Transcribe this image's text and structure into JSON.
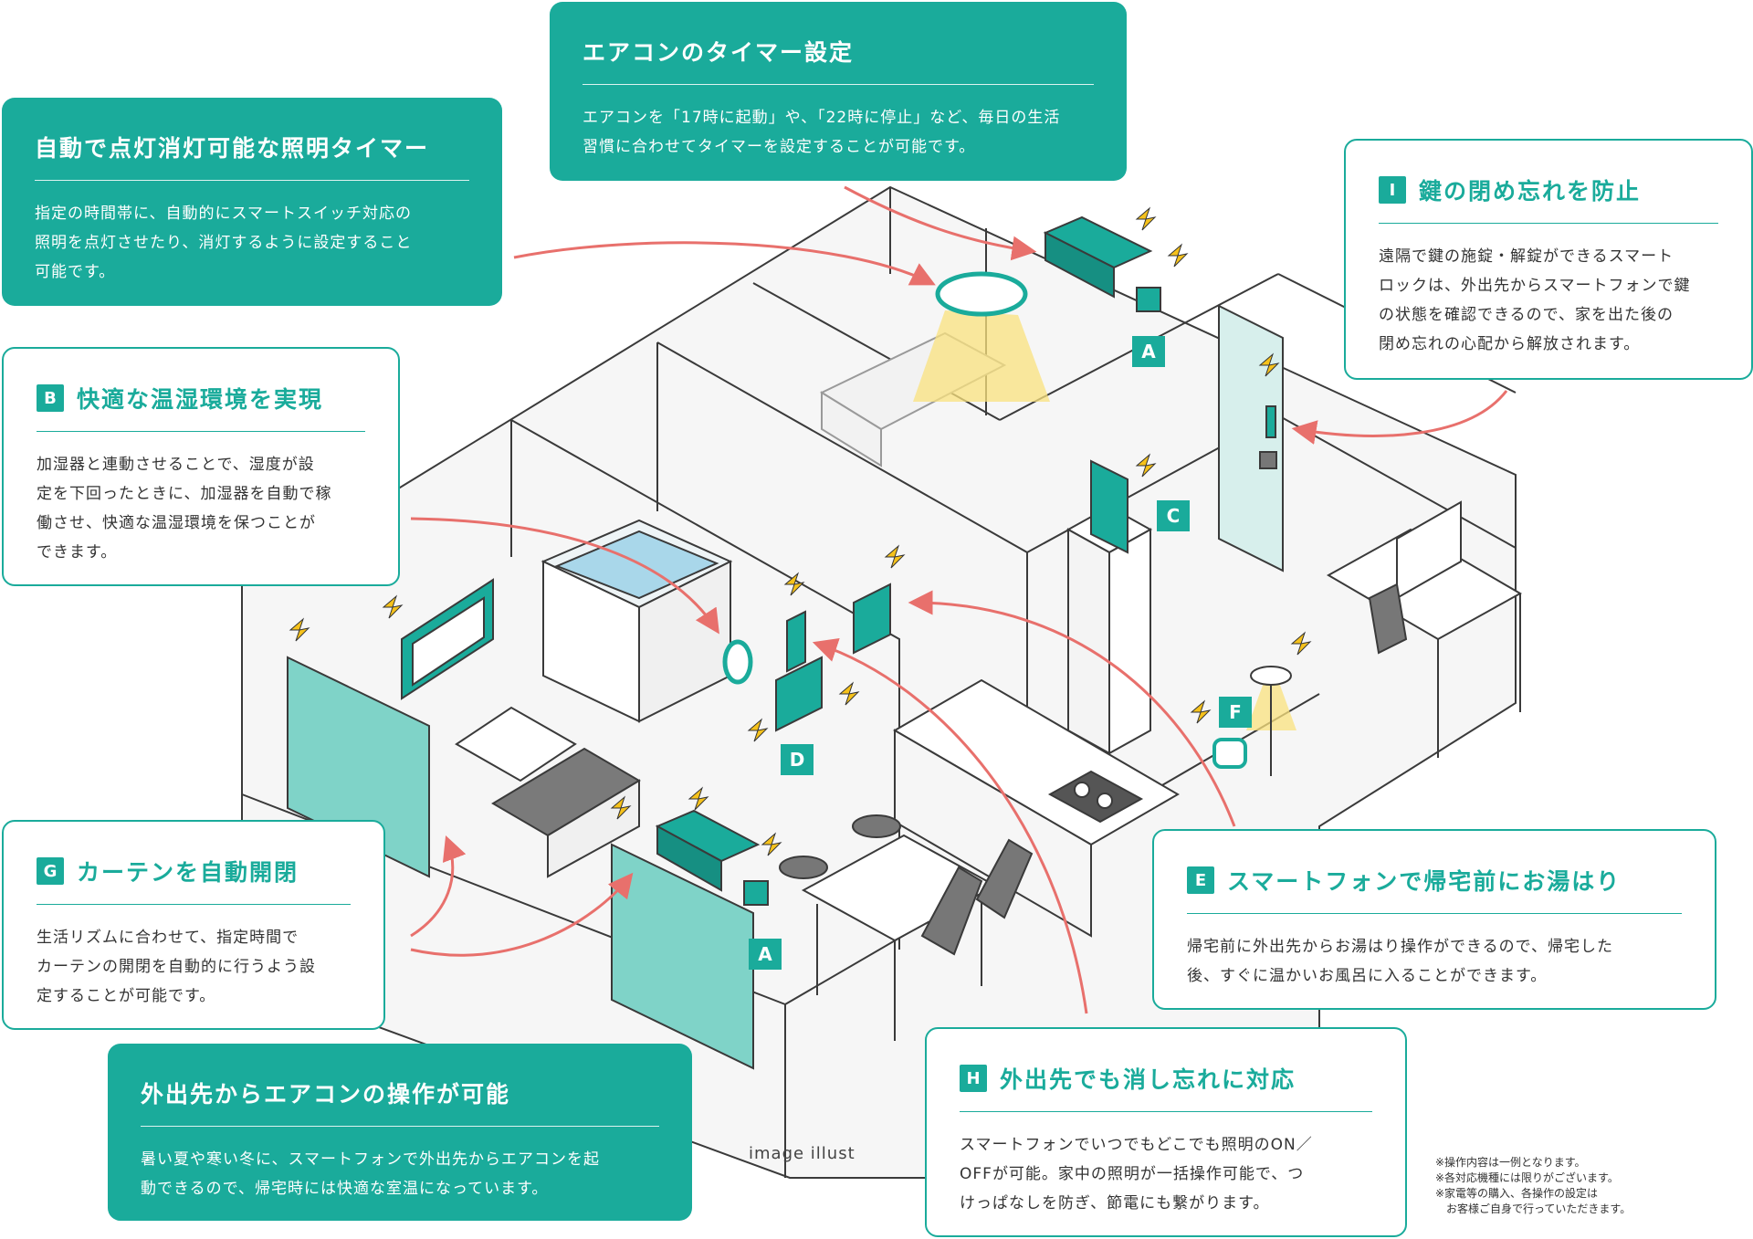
{
  "colors": {
    "accent": "#1aab9b",
    "arrow": "#e8706c",
    "bolt": "#f6c21b",
    "light": "#f9e27d",
    "line": "#3a3a3a"
  },
  "cards": {
    "aircon_timer": {
      "title": "エアコンのタイマー設定",
      "body": "エアコンを「17時に起動」や、「22時に停止」など、毎日の生活\n習慣に合わせてタイマーを設定することが可能です。"
    },
    "light_timer": {
      "title": "自動で点灯消灯可能な照明タイマー",
      "body": "指定の時間帯に、自動的にスマートスイッチ対応の\n照明を点灯させたり、消灯するように設定すること\n可能です。"
    },
    "lock": {
      "letter": "I",
      "title": "鍵の閉め忘れを防止",
      "body": "遠隔で鍵の施錠・解錠ができるスマート\nロックは、外出先からスマートフォンで鍵\nの状態を確認できるので、家を出た後の\n閉め忘れの心配から解放されます。"
    },
    "humidity": {
      "letter": "B",
      "title": "快適な温湿環境を実現",
      "body": "加湿器と連動させることで、湿度が設\n定を下回ったときに、加湿器を自動で稼\n働させ、快適な温湿環境を保つことが\nできます。"
    },
    "curtain": {
      "letter": "G",
      "title": "カーテンを自動開閉",
      "body": "生活リズムに合わせて、指定時間で\nカーテンの開閉を自動的に行うよう設\n定することが可能です。"
    },
    "bath": {
      "letter": "E",
      "title": "スマートフォンで帰宅前にお湯はり",
      "body": "帰宅前に外出先からお湯はり操作ができるので、帰宅した\n後、すぐに温かいお風呂に入ることができます。"
    },
    "aircon_remote": {
      "title": "外出先からエアコンの操作が可能",
      "body": "暑い夏や寒い冬に、スマートフォンで外出先からエアコンを起\n動できるので、帰宅時には快適な室温になっています。"
    },
    "lights_off": {
      "letter": "H",
      "title": "外出先でも消し忘れに対応",
      "body": "スマートフォンでいつでもどこでも照明のON／\nOFFが可能。家中の照明が一括操作可能で、つ\nけっぱなしを防ぎ、節電にも繋がります。"
    }
  },
  "tags": {
    "a1": "A",
    "a2": "A",
    "c": "C",
    "d": "D",
    "f": "F"
  },
  "caption": "image illust",
  "notes": "※操作内容は一例となります。\n※各対応機種には限りがございます。\n※家電等の購入、各操作の設定は\n　お客様ご自身で行っていただきます。"
}
